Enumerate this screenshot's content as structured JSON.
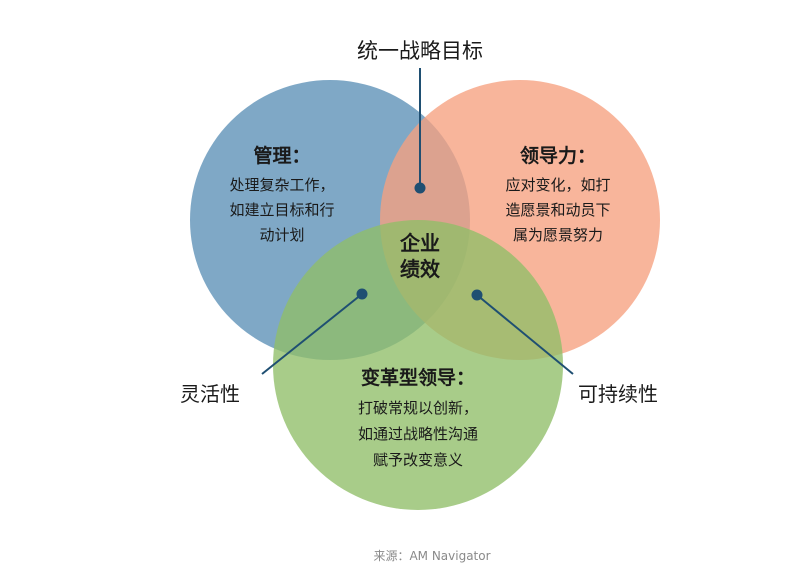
{
  "colors": {
    "management": "#5b8fb6",
    "leadership": "#f6a07f",
    "transformation": "#8fbe68",
    "connector": "#1f4f72",
    "text": "#1a1a1a",
    "source_text": "#8a8a8a"
  },
  "top_label": "统一战略目标",
  "circles": {
    "management": {
      "title": "管理：",
      "lines": [
        "处理复杂工作，",
        "如建立目标和行",
        "动计划"
      ]
    },
    "leadership": {
      "title": "领导力：",
      "lines": [
        "应对变化，如打",
        "造愿景和动员下",
        "属为愿景努力"
      ]
    },
    "transformation": {
      "title": "变革型领导：",
      "lines": [
        "打破常规以创新，",
        "如通过战略性沟通",
        "赋予改变意义"
      ]
    }
  },
  "center": {
    "line1": "企业",
    "line2": "绩效"
  },
  "left_label": "灵活性",
  "right_label": "可持续性",
  "source": "来源：AM Navigator"
}
